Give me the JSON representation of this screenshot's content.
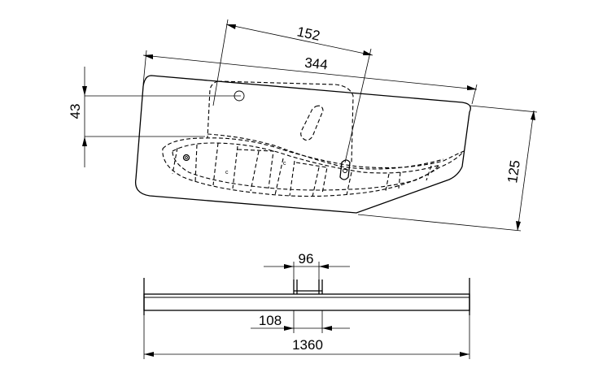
{
  "dimensions": {
    "d152": "152",
    "d344": "344",
    "d43": "43",
    "d125": "125",
    "d96": "96",
    "d108": "108",
    "d1360": "1360"
  }
}
